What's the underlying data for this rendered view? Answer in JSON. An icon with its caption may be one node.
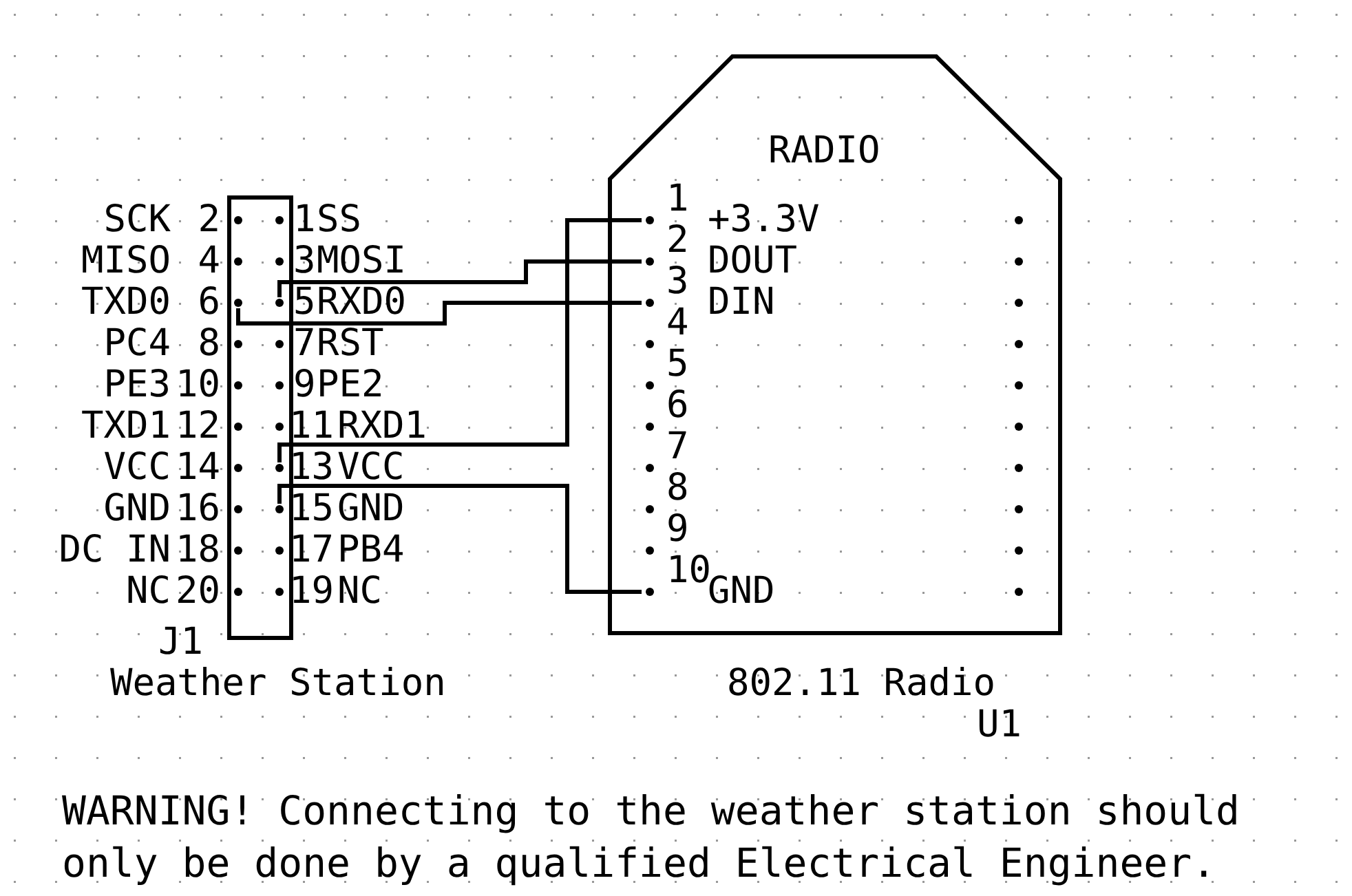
{
  "diagram": {
    "nodes": [
      {
        "text": [
          "J1",
          "Weather Station"
        ]
      },
      {
        "text": [
          "SCK",
          "2"
        ],
        "in": 0
      },
      {
        "text": [
          "1",
          "SS"
        ],
        "in": 0
      },
      {
        "text": [
          "MISO",
          "4"
        ],
        "in": 0
      },
      {
        "text": [
          "3",
          "MOSI"
        ],
        "in": 0
      },
      {
        "text": [
          "TXD0",
          "6"
        ],
        "in": 0
      },
      {
        "text": [
          "5",
          "RXD0"
        ],
        "in": 0
      },
      {
        "text": [
          "PC4",
          "8"
        ],
        "in": 0
      },
      {
        "text": [
          "7",
          "RST"
        ],
        "in": 0
      },
      {
        "text": [
          "PE3",
          "10"
        ],
        "in": 0
      },
      {
        "text": [
          "9",
          "PE2"
        ],
        "in": 0
      },
      {
        "text": [
          "TXD1",
          "12"
        ],
        "in": 0
      },
      {
        "text": [
          "11",
          "RXD1"
        ],
        "in": 0
      },
      {
        "text": [
          "VCC",
          "14"
        ],
        "in": 0
      },
      {
        "text": [
          "13",
          "VCC"
        ],
        "in": 0
      },
      {
        "text": [
          "GND",
          "16"
        ],
        "in": 0
      },
      {
        "text": [
          "15",
          "GND"
        ],
        "in": 0
      },
      {
        "text": [
          "DC IN",
          "18"
        ],
        "in": 0
      },
      {
        "text": [
          "17",
          "PB4"
        ],
        "in": 0
      },
      {
        "text": [
          "NC",
          "20"
        ],
        "in": 0
      },
      {
        "text": [
          "19",
          "NC"
        ],
        "in": 0
      },
      {
        "text": [
          "RADIO",
          "802.11 Radio",
          "U1"
        ]
      },
      {
        "text": [
          "1",
          "+3.3V"
        ],
        "in": 21
      },
      {
        "text": [
          "2",
          "DOUT"
        ],
        "in": 21
      },
      {
        "text": [
          "3",
          "DIN"
        ],
        "in": 21
      },
      {
        "text": [
          "4"
        ],
        "in": 21
      },
      {
        "text": [
          "5"
        ],
        "in": 21
      },
      {
        "text": [
          "6"
        ],
        "in": 21
      },
      {
        "text": [
          "7"
        ],
        "in": 21
      },
      {
        "text": [
          "8"
        ],
        "in": 21
      },
      {
        "text": [
          "9"
        ],
        "in": 21
      },
      {
        "text": [
          "10",
          "GND"
        ],
        "in": 21
      }
    ],
    "edges": [
      {
        "from": 6,
        "to": 23,
        "arrow": "none"
      },
      {
        "from": 5,
        "to": 24,
        "arrow": "none"
      },
      {
        "from": 14,
        "to": 22,
        "arrow": "none"
      },
      {
        "from": 16,
        "to": 31,
        "arrow": "none"
      }
    ],
    "labels": [
      "WARNING! Connecting to the weather station should only be done by a qualified Electrical Engineer."
    ]
  }
}
